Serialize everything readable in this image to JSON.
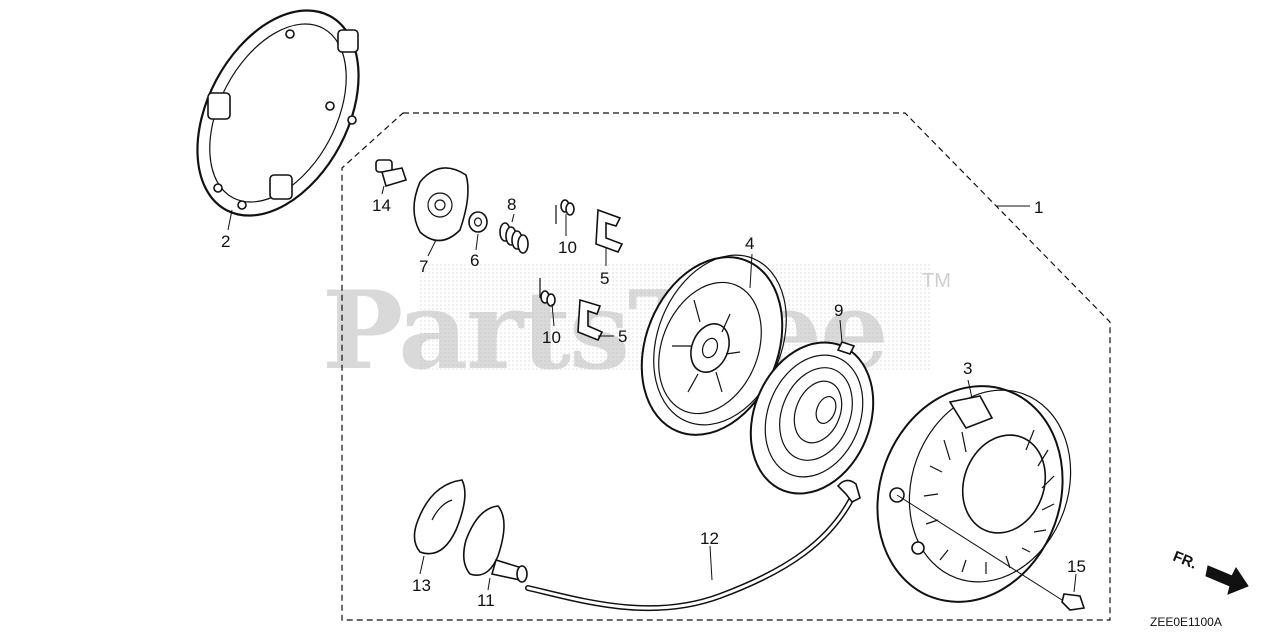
{
  "watermark": {
    "text": "PartsTree",
    "trademark": "TM"
  },
  "diagram_code": "ZEE0E1100A",
  "direction_marker": {
    "text": "FR.",
    "icon": "arrow-right-down-icon"
  },
  "callouts": [
    "1",
    "2",
    "3",
    "4",
    "5",
    "5",
    "6",
    "7",
    "8",
    "9",
    "10",
    "10",
    "11",
    "12",
    "13",
    "14",
    "15"
  ]
}
